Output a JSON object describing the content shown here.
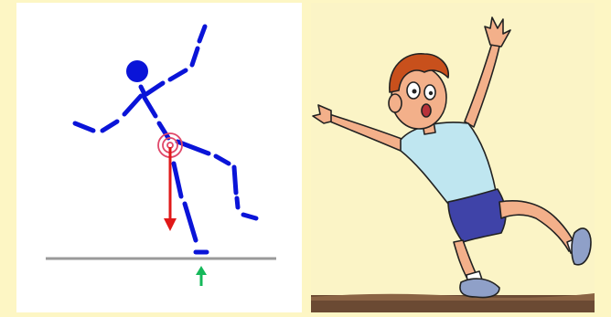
{
  "colors": {
    "page_background": "#fdf6c4",
    "stick_figure": "#0a14d8",
    "center_of_mass_rings": "#e0486a",
    "gravity_arrow": "#e01818",
    "support_arrow": "#15b85a",
    "ground_line": "#9a9a9a",
    "illustration_background": "#fbf4c6",
    "ground_strip": "#6b4a33",
    "shirt": "#bfe6f0",
    "shorts": "#3f43a8",
    "hair": "#c8501c",
    "skin": "#f3b08a"
  },
  "left_panel": {
    "figure": "stick-figure-off-balance",
    "markers": [
      "center-of-mass-target",
      "gravity-arrow-down",
      "support-force-arrow-up",
      "ground-line"
    ]
  },
  "right_panel": {
    "illustration": "cartoon-boy-losing-balance"
  }
}
